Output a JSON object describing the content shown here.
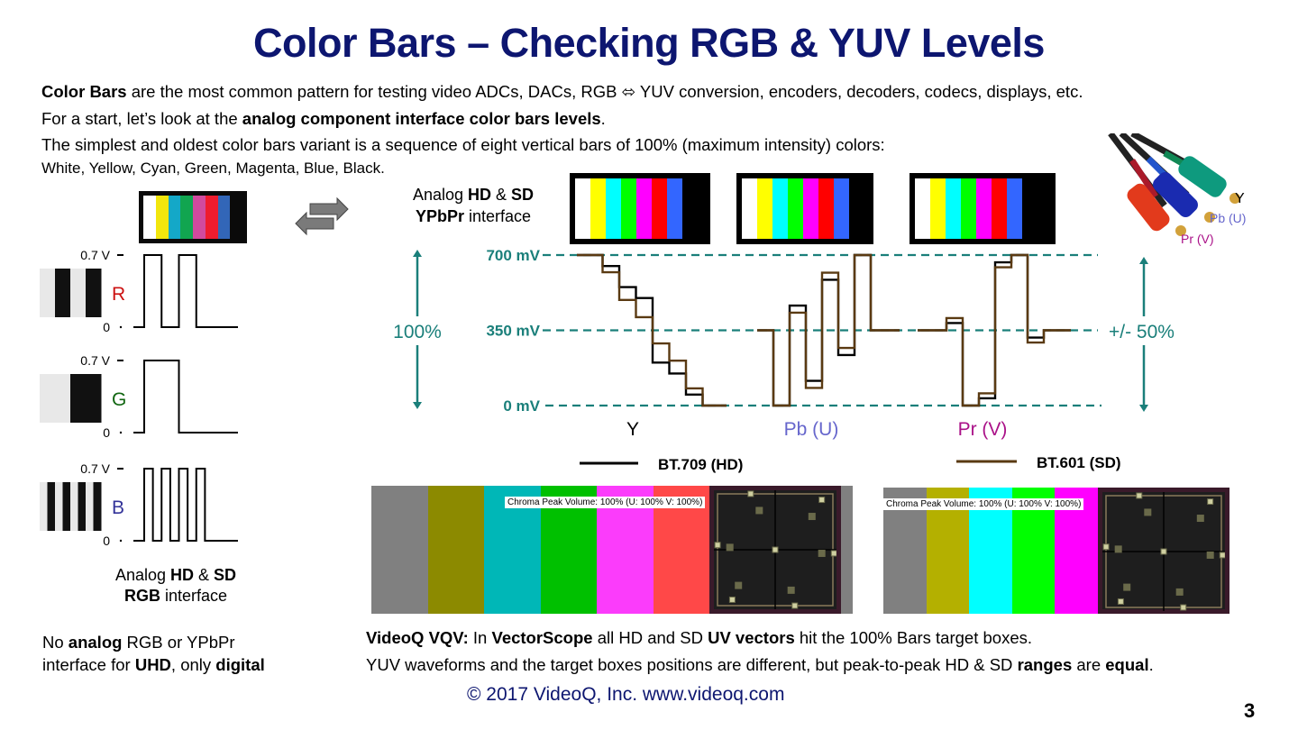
{
  "title": "Color Bars – Checking RGB & YUV Levels",
  "intro": {
    "line1": {
      "bold": "Color Bars",
      "rest": " are the most common pattern for testing video ADCs, DACs, RGB ⬄ YUV conversion, encoders, decoders, codecs, displays, etc."
    },
    "line2": {
      "pre": "For a start, let’s look at the ",
      "bold": "analog component interface color bars levels",
      "post": "."
    },
    "line3": "The simplest and oldest color bars variant is a sequence of eight vertical bars of 100% (maximum intensity) colors:",
    "line4": "White, Yellow, Cyan, Green, Magenta, Blue, Black."
  },
  "bar_colors_100": [
    "#ffffff",
    "#ffff00",
    "#00ffff",
    "#00ff00",
    "#ff00ff",
    "#ff0000",
    "#3366ff",
    "#000000"
  ],
  "bar_colors_rgb_thumb": [
    "#ffffff",
    "#f2e60d",
    "#14a8c8",
    "#11a550",
    "#d14a9e",
    "#ee1c2e",
    "#3266b8",
    "#0a0a0a"
  ],
  "rgb_panel": {
    "high_label": "0.7 V",
    "low_label": "0",
    "channels": [
      {
        "name": "R",
        "color": "#cc1111",
        "levels": [
          1,
          1,
          0,
          0,
          1,
          1,
          0,
          0
        ]
      },
      {
        "name": "G",
        "color": "#116611",
        "levels": [
          1,
          1,
          1,
          1,
          0,
          0,
          0,
          0
        ]
      },
      {
        "name": "B",
        "color": "#333399",
        "levels": [
          1,
          0,
          1,
          0,
          1,
          0,
          1,
          0
        ]
      }
    ],
    "caption_line1": {
      "pre": "Analog ",
      "b1": "HD",
      "mid": " & ",
      "b2": "SD"
    },
    "caption_line2": {
      "b": "RGB",
      "post": " interface"
    },
    "uhd_note_line1": {
      "pre": "No ",
      "b": "analog",
      "post": " RGB or YPbPr"
    },
    "uhd_note_line2": {
      "pre": "interface for ",
      "b1": "UHD",
      "mid": ", only ",
      "b2": "digital"
    }
  },
  "ypbpr_panel": {
    "caption_line1": {
      "pre": "Analog ",
      "b1": "HD",
      "mid": " & ",
      "b2": "SD"
    },
    "caption_line2": {
      "b": "YPbPr",
      "post": " interface"
    },
    "level_700": "700 mV",
    "level_350": "350 mV",
    "level_0": "0 mV",
    "range_left": "100%",
    "range_right": "+/- 50%",
    "channel_labels": {
      "y": "Y",
      "pb": "Pb (U)",
      "pr": "Pr (V)"
    },
    "legend": {
      "hd": "BT.709 (HD)",
      "sd": "BT.601 (SD)"
    },
    "colors": {
      "teal": "#1a7f7a",
      "hd": "#000000",
      "sd": "#5a3a12",
      "pb": "#6666cc",
      "pr": "#aa1188"
    }
  },
  "chart_data": {
    "type": "line",
    "title": "YPbPr color bar waveforms",
    "categories": [
      "White",
      "Yellow",
      "Cyan",
      "Green",
      "Magenta",
      "Red",
      "Blue",
      "Black"
    ],
    "ylabel": "mV",
    "ylim": [
      0,
      700
    ],
    "yticks": [
      "0 mV",
      "350 mV",
      "700 mV"
    ],
    "series": [
      {
        "name": "Y BT.709 (HD)",
        "values": [
          700,
          649,
          551,
          500,
          200,
          149,
          51,
          0
        ]
      },
      {
        "name": "Y BT.601 (SD)",
        "values": [
          700,
          620,
          491,
          411,
          289,
          209,
          80,
          0
        ]
      },
      {
        "name": "Pb BT.709 (HD)",
        "values": [
          350,
          0,
          465,
          115,
          585,
          235,
          700,
          350
        ]
      },
      {
        "name": "Pb BT.601 (SD)",
        "values": [
          350,
          0,
          432,
          82,
          618,
          268,
          700,
          350
        ]
      },
      {
        "name": "Pr BT.709 (HD)",
        "values": [
          350,
          384,
          0,
          34,
          666,
          700,
          316,
          350
        ]
      },
      {
        "name": "Pr BT.601 (SD)",
        "values": [
          350,
          407,
          0,
          57,
          643,
          700,
          293,
          350
        ]
      }
    ]
  },
  "connector_labels": {
    "y": "Y",
    "pb": "Pb (U)",
    "pr": "Pr (V)"
  },
  "vqv": {
    "overlay_text": "Chroma Peak Volume: 100% (U: 100% V: 100%)",
    "hd_bars": [
      "#808080",
      "#8c8a00",
      "#00b7b7",
      "#00c000",
      "#fb3cfb",
      "#ff4848"
    ],
    "sd_bars": [
      "#808080",
      "#b4b000",
      "#00ffff",
      "#00ff00",
      "#ff00ff"
    ]
  },
  "bottom_note": {
    "line1": {
      "b1": "VideoQ VQV:",
      "t1": " In ",
      "b2": "VectorScope",
      "t2": " all HD and SD ",
      "b3": "UV vectors",
      "t3": " hit the 100% Bars target boxes."
    },
    "line2": {
      "t1": "YUV waveforms and the target boxes positions are different, but peak-to-peak HD & SD ",
      "b1": "ranges",
      "t2": " are ",
      "b2": "equal",
      "t3": "."
    }
  },
  "footer": "© 2017 VideoQ, Inc. www.videoq.com",
  "page_number": "3"
}
